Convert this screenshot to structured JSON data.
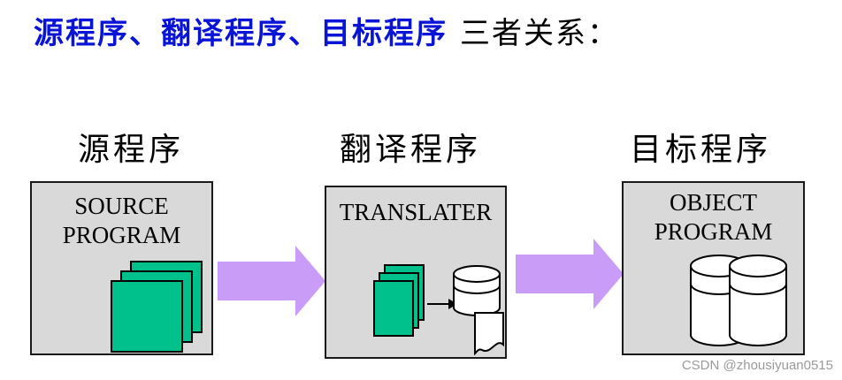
{
  "heading": {
    "blue": "源程序、翻译程序、目标程序",
    "black": "三者关系："
  },
  "columns": [
    {
      "title": "源程序",
      "label": "SOURCE\nPROGRAM"
    },
    {
      "title": "翻译程序",
      "label": "TRANSLATER"
    },
    {
      "title": "目标程序",
      "label": "OBJECT\nPROGRAM"
    }
  ],
  "colors": {
    "heading_blue": "#0a14d6",
    "box_fill": "#d9d9d9",
    "page_green": "#00c08b",
    "arrow_purple": "#c99cf7"
  },
  "watermark": "CSDN @zhousiyuan0515"
}
